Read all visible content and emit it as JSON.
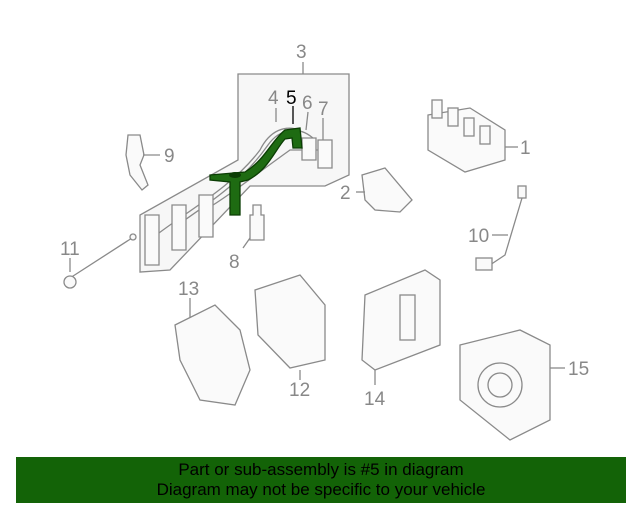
{
  "diagram": {
    "callouts": [
      "1",
      "2",
      "3",
      "4",
      "5",
      "6",
      "7",
      "8",
      "9",
      "10",
      "11",
      "12",
      "13",
      "14",
      "15"
    ],
    "highlighted_callout": "5",
    "highlight_color": "#136307"
  },
  "banner": {
    "line1": "Part or sub-assembly is #5 in diagram",
    "line2": "Diagram may not be specific to your vehicle"
  }
}
